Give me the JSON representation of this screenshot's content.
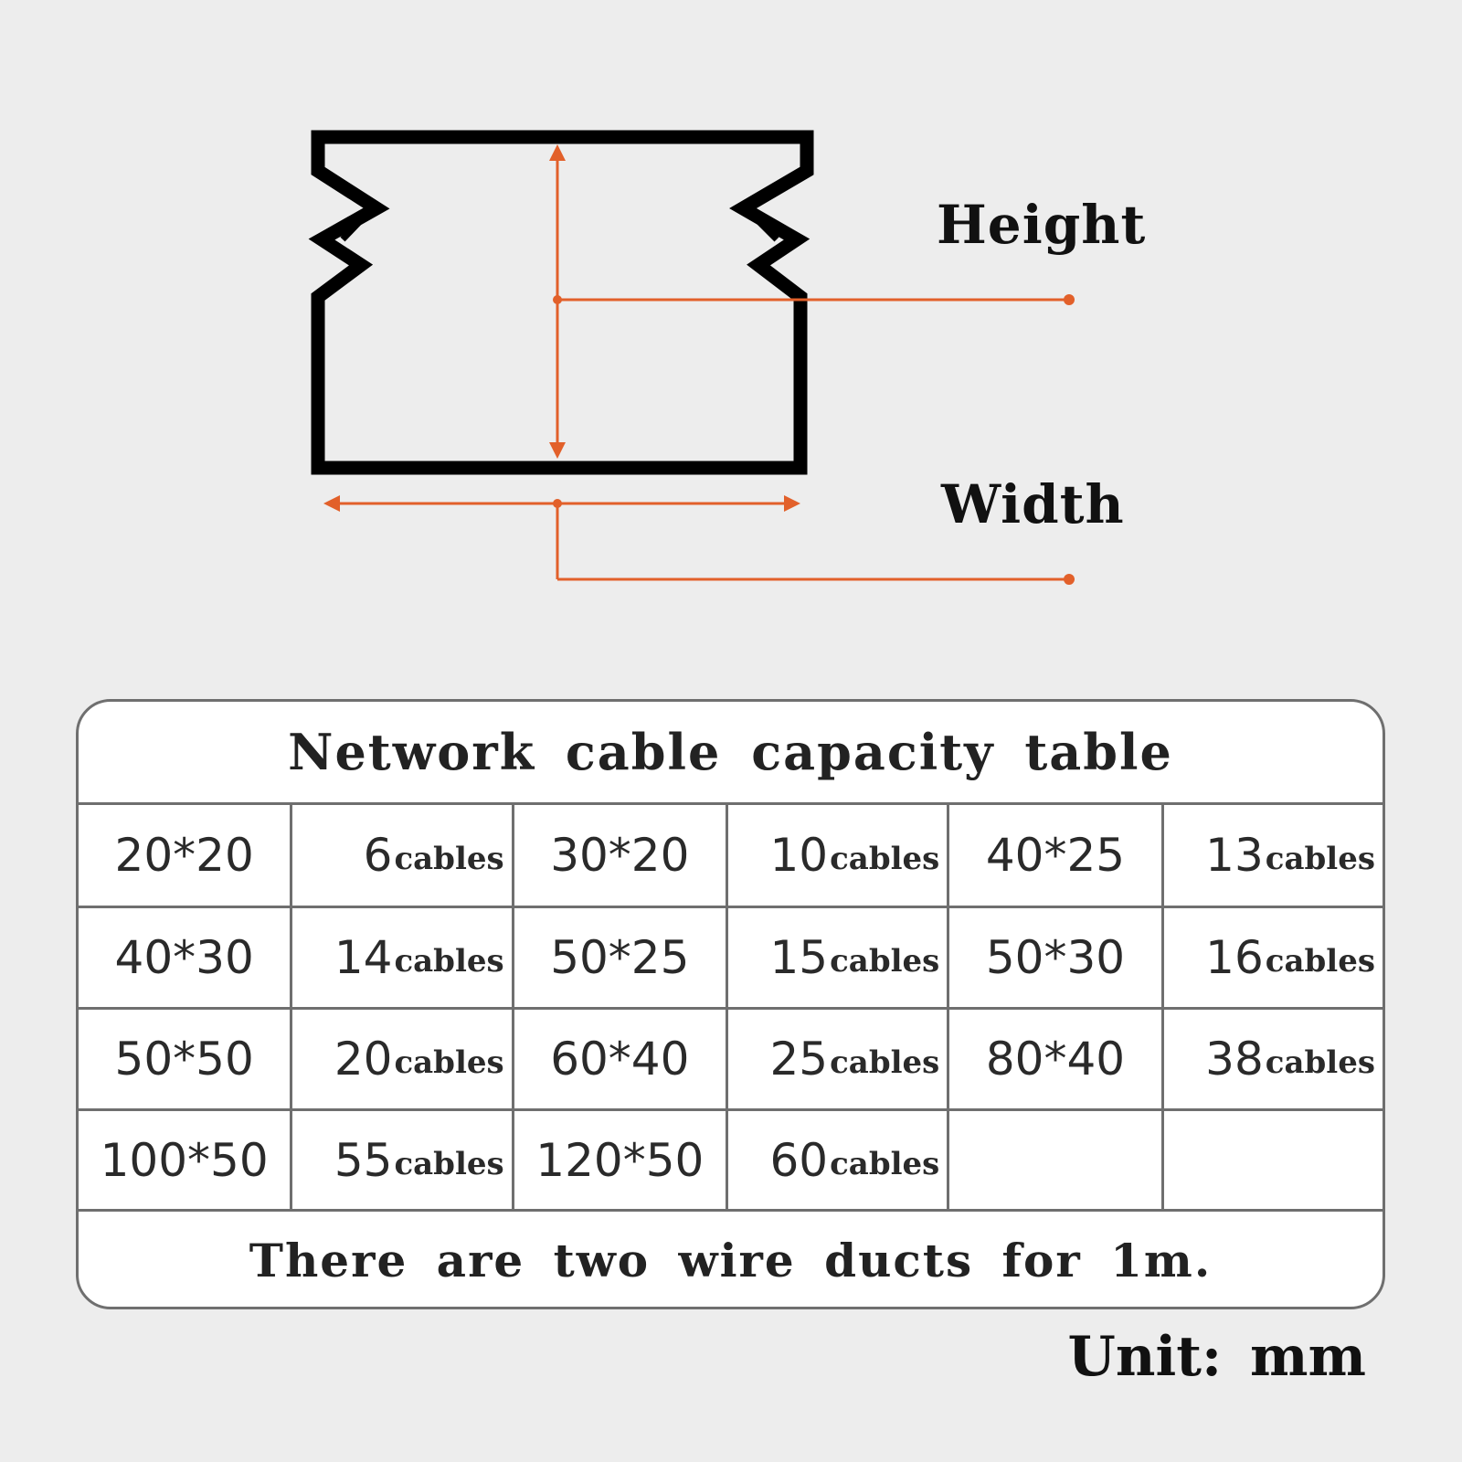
{
  "diagram": {
    "height_label": "Height",
    "width_label": "Width",
    "accent_color": "#e2602a",
    "outline_color": "#000000"
  },
  "table": {
    "title": "Network cable capacity table",
    "rows": [
      [
        {
          "size": "20*20",
          "count": "6",
          "unit": "cables"
        },
        {
          "size": "30*20",
          "count": "10",
          "unit": "cables"
        },
        {
          "size": "40*25",
          "count": "13",
          "unit": "cables"
        }
      ],
      [
        {
          "size": "40*30",
          "count": "14",
          "unit": "cables"
        },
        {
          "size": "50*25",
          "count": "15",
          "unit": "cables"
        },
        {
          "size": "50*30",
          "count": "16",
          "unit": "cables"
        }
      ],
      [
        {
          "size": "50*50",
          "count": "20",
          "unit": "cables"
        },
        {
          "size": "60*40",
          "count": "25",
          "unit": "cables"
        },
        {
          "size": "80*40",
          "count": "38",
          "unit": "cables"
        }
      ],
      [
        {
          "size": "100*50",
          "count": "55",
          "unit": "cables"
        },
        {
          "size": "120*50",
          "count": "60",
          "unit": "cables"
        },
        {
          "size": "",
          "count": "",
          "unit": ""
        }
      ]
    ],
    "footer": "There are two wire ducts for 1m."
  },
  "unit_note": "Unit: mm"
}
